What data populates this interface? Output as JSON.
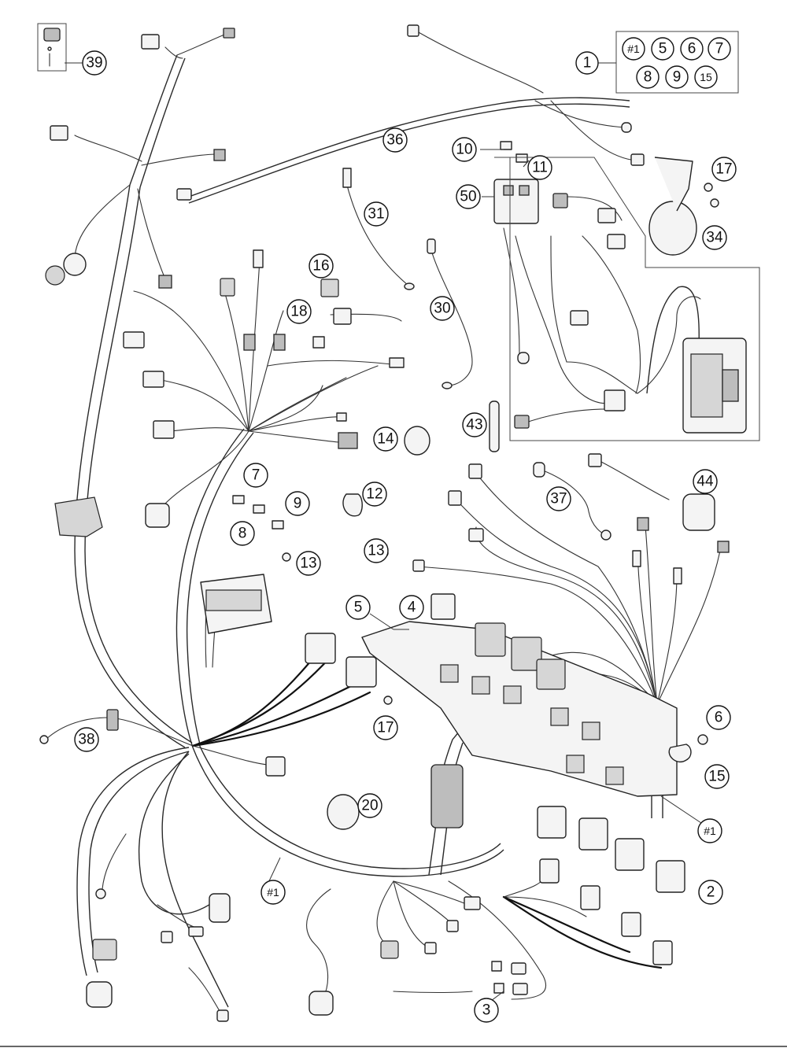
{
  "callouts": {
    "c1": "1",
    "c2": "2",
    "c3": "3",
    "c4": "4",
    "c5": "5",
    "c6": "6",
    "c7": "7",
    "c8": "8",
    "c9": "9",
    "c10": "10",
    "c11": "11",
    "c12": "12",
    "c13a": "13",
    "c13b": "13",
    "c14": "14",
    "c15": "15",
    "c16": "16",
    "c17a": "17",
    "c17b": "17",
    "c18": "18",
    "c20": "20",
    "c30": "30",
    "c31": "31",
    "c34": "34",
    "c36": "36",
    "c37": "37",
    "c38": "38",
    "c39": "39",
    "c43": "43",
    "c44": "44",
    "c50": "50",
    "ch1a": "#1",
    "ch1b": "#1"
  },
  "kit_box": {
    "items": [
      "#1",
      "5",
      "6",
      "7",
      "8",
      "9",
      "15"
    ]
  }
}
